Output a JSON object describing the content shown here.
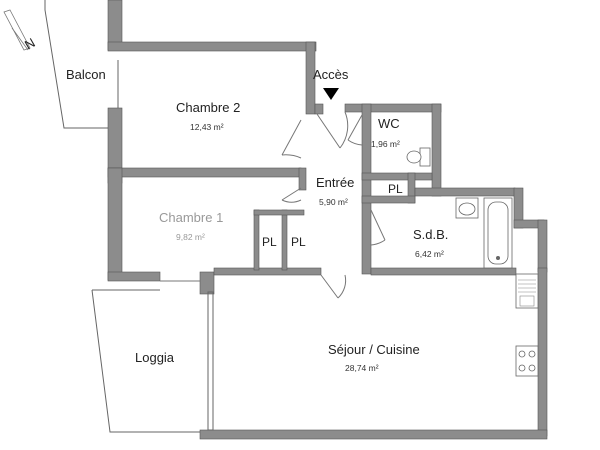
{
  "plan": {
    "access_label": "Accès",
    "north_label": "N",
    "rooms": {
      "balcon": {
        "name": "Balcon"
      },
      "chambre2": {
        "name": "Chambre 2",
        "area": "12,43 m²"
      },
      "wc": {
        "name": "WC",
        "area": "1,96 m²"
      },
      "entree": {
        "name": "Entrée",
        "area": "5,90 m²"
      },
      "chambre1": {
        "name": "Chambre 1",
        "area": "9,82 m²"
      },
      "sdb": {
        "name": "S.d.B.",
        "area": "6,42 m²"
      },
      "loggia": {
        "name": "Loggia"
      },
      "sejour": {
        "name": "Séjour / Cuisine",
        "area": "28,74 m²"
      }
    },
    "closets": [
      "PL",
      "PL",
      "PL"
    ]
  }
}
